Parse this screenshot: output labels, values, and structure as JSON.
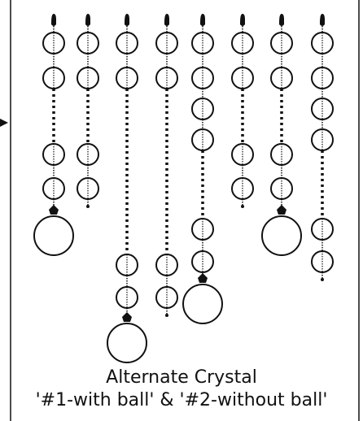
{
  "diagram": {
    "caption_line1": "Alternate Crystal",
    "caption_line2": "'#1-with ball' & '#2-without ball'",
    "line_color": "#111111",
    "background": "#ffffff",
    "strands": [
      {
        "id": 1,
        "top_rings": 2,
        "bottom_rings": 2,
        "ball": true
      },
      {
        "id": 2,
        "top_rings": 2,
        "bottom_rings": 2,
        "ball": false
      },
      {
        "id": 3,
        "top_rings": 2,
        "bottom_rings": 2,
        "ball": true
      },
      {
        "id": 4,
        "top_rings": 2,
        "bottom_rings": 2,
        "ball": false
      },
      {
        "id": 5,
        "top_rings": 4,
        "bottom_rings": 2,
        "ball": true
      },
      {
        "id": 6,
        "top_rings": 2,
        "bottom_rings": 2,
        "ball": false
      },
      {
        "id": 7,
        "top_rings": 2,
        "bottom_rings": 2,
        "ball": true
      },
      {
        "id": 8,
        "top_rings": 4,
        "bottom_rings": 2,
        "ball": false
      }
    ]
  }
}
